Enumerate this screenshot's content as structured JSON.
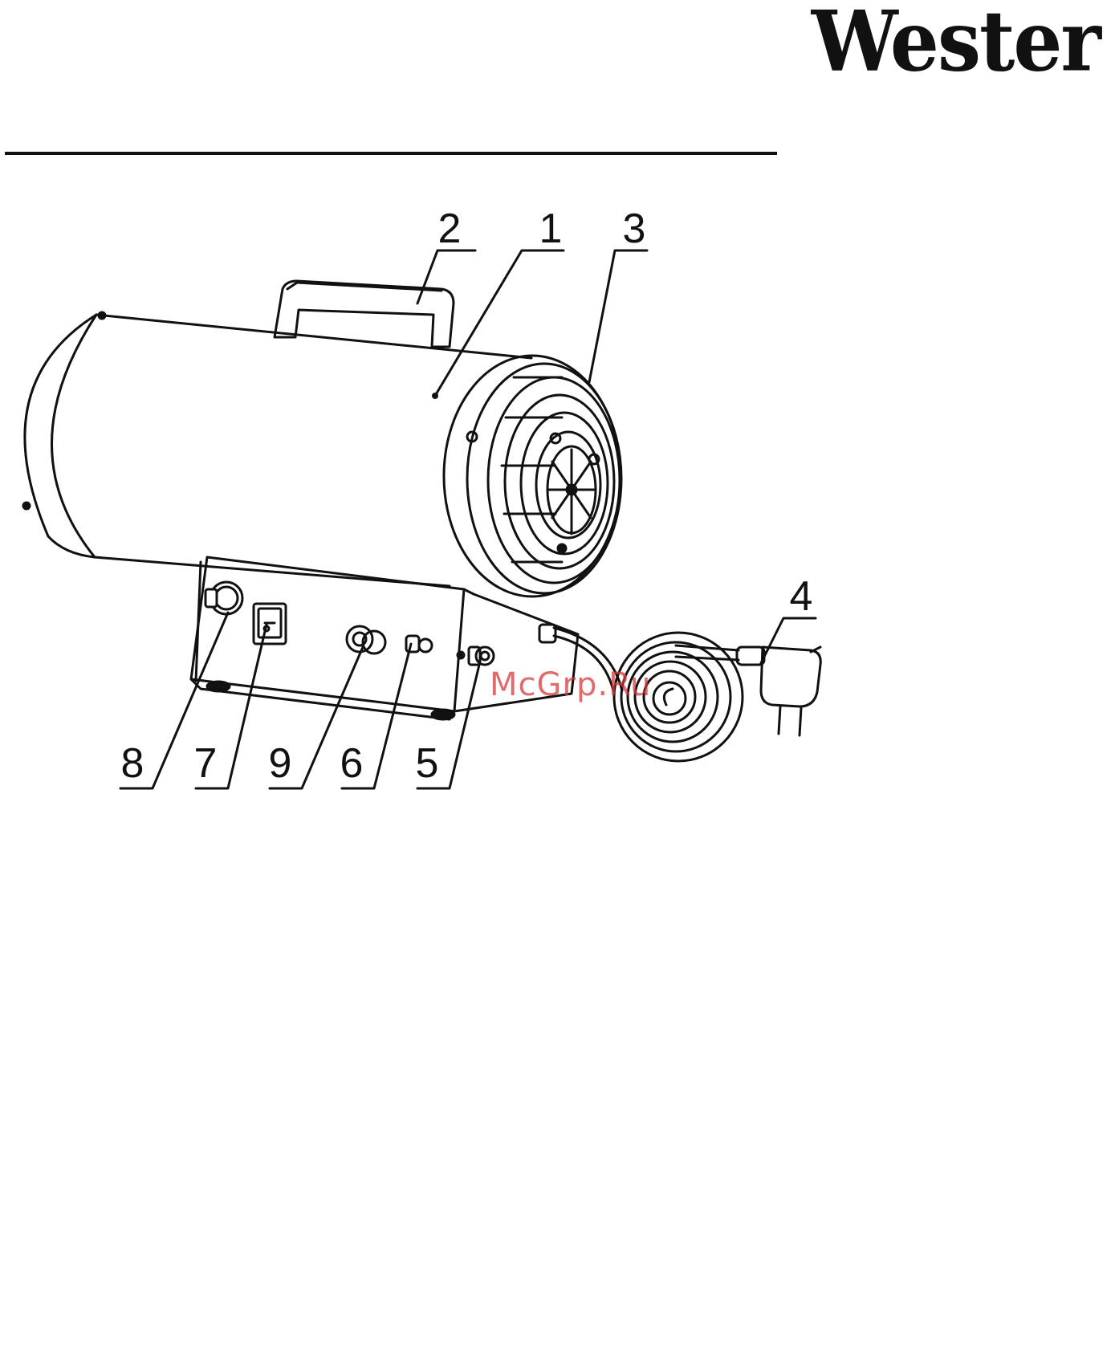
{
  "header": {
    "brand": "Wester"
  },
  "figure": {
    "callouts": {
      "c1": "1",
      "c2": "2",
      "c3": "3",
      "c4": "4",
      "c5": "5",
      "c6": "6",
      "c7": "7",
      "c8": "8",
      "c9": "9"
    },
    "watermark": "McGrp.Ru"
  }
}
